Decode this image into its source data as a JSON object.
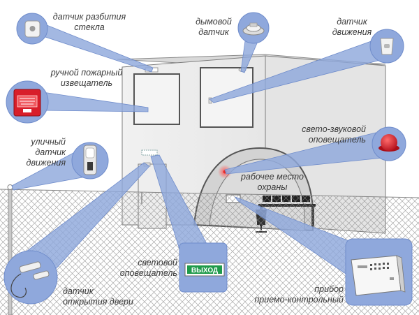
{
  "labels": {
    "glass_break": [
      "датчик разбития",
      "стекла"
    ],
    "smoke": [
      "дымовой",
      "датчик"
    ],
    "motion": [
      "датчик",
      "движения"
    ],
    "manual_fire": [
      "ручной пожарный",
      "извещатель"
    ],
    "outdoor_motion": [
      "уличный",
      "датчик",
      "движения"
    ],
    "light_sound": [
      "свето-звуковой",
      "оповещатель"
    ],
    "workplace": [
      "рабочее место",
      "охраны"
    ],
    "light_sign": [
      "световой",
      "оповещатель"
    ],
    "door_contact": [
      "датчик",
      "открытия двери"
    ],
    "control_panel": [
      "прибор",
      "приемо-контрольный"
    ]
  },
  "exit_sign_text": "ВЫХОД",
  "colors": {
    "callout": "#8fa8dc",
    "callout_border": "#6f8ccb",
    "alarm_red": "#d81e2a",
    "exit_green": "#1f9a4a"
  },
  "icons": [
    "glass-break-sensor-icon",
    "smoke-detector-icon",
    "motion-sensor-icon",
    "manual-call-point-icon",
    "outdoor-motion-sensor-icon",
    "siren-icon",
    "exit-sign-icon",
    "door-contact-icon",
    "control-panel-icon"
  ]
}
